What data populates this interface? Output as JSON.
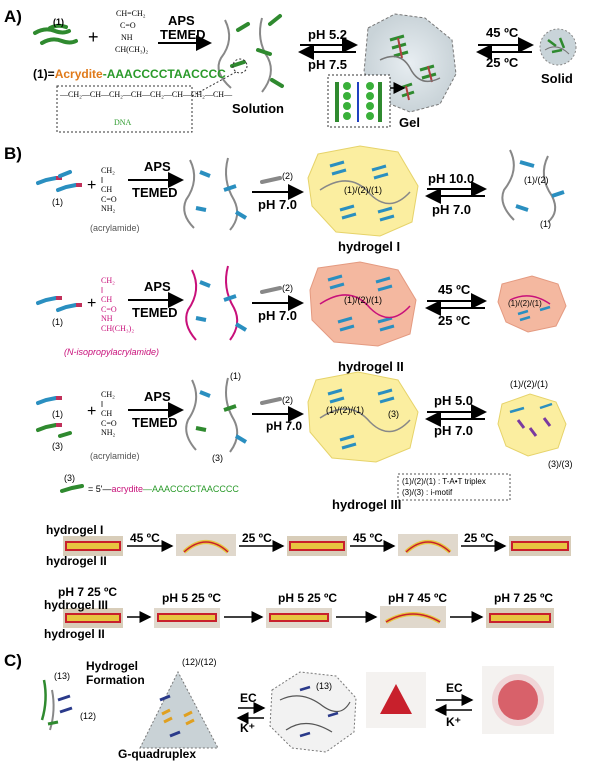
{
  "panelA": {
    "label": "A)",
    "reagent_tag": "(1)",
    "plus": "+",
    "monomer_lines": [
      "CH=CH₂",
      "C=O",
      "NH",
      "CH(CH₃)₂"
    ],
    "aps": "APS",
    "temed": "TEMED",
    "ph_forward": "pH 5.2",
    "ph_back": "pH 7.5",
    "temp_forward": "45 ºC",
    "temp_back": "25 ºC",
    "def_prefix": "(1)=",
    "def_acrydite": "Acrydite",
    "def_seq": "-AAACCCCTAACCCC",
    "solution": "Solution",
    "gel": "Gel",
    "solid": "Solid",
    "polymer_backbone": "—CH₂—CH—CH₂—CH—CH₂—CH—CH₂—CH—",
    "polymer_dna": "DNA"
  },
  "panelB": {
    "label": "B)",
    "row1": {
      "tag1": "(1)",
      "monomer": "(acrylamide)",
      "aps": "APS",
      "temed": "TEMED",
      "tag2": "(2)",
      "ph": "pH 7.0",
      "cross": "(1)/(2)/(1)",
      "name": "hydrogel I",
      "fwd": "pH 10.0",
      "back": "pH 7.0",
      "right_tag": "(1)/(2)",
      "right_tag2": "(1)"
    },
    "row2": {
      "tag1": "(1)",
      "monomer": "(N-isopropylacrylamide)",
      "aps": "APS",
      "temed": "TEMED",
      "tag2": "(2)",
      "ph": "pH 7.0",
      "cross": "(1)/(2)/(1)",
      "name": "hydrogel II",
      "fwd": "45 ºC",
      "back": "25 ºC",
      "right_tag": "(1)/(2)/(1)"
    },
    "row3": {
      "tag1": "(1)",
      "tag3": "(3)",
      "monomer": "(acrylamide)",
      "aps": "APS",
      "temed": "TEMED",
      "tag_mid1": "(1)",
      "tag_mid3": "(3)",
      "tag2": "(2)",
      "ph": "pH 7.0",
      "cross": "(1)/(2)/(1)",
      "cross3": "(3)",
      "name": "hydrogel III",
      "fwd": "pH 5.0",
      "back": "pH 7.0",
      "right_tag": "(1)/(2)/(1)",
      "right_tag2": "(3)/(3)",
      "legend_line1": "(1)/(2)/(1) : T-A•T triplex",
      "legend_line2": "(3)/(3) : i-motif",
      "def_tag": "(3)",
      "def_text": "= 5'—",
      "def_acrydite": "acrydite",
      "def_seq": "—AAACCCCTAACCCC"
    },
    "strip1": {
      "label_top": "hydrogel I",
      "label_bottom": "hydrogel II",
      "temps": [
        "45 ºC",
        "25 ºC",
        "45 ºC",
        "25 ºC"
      ]
    },
    "strip2": {
      "label_top": "pH 7  25 ºC",
      "label_mid": "hydrogel III",
      "label_bottom": "hydrogel II",
      "conds": [
        "pH 5  25 ºC",
        "pH 5  25 ºC",
        "pH 7  45 ºC",
        "pH 7  25 ºC"
      ]
    }
  },
  "panelC": {
    "label": "C)",
    "tag13": "(13)",
    "tag12": "(12)",
    "formation_line1": "Hydrogel",
    "formation_line2": "Formation",
    "gq_tag": "(12)/(12)",
    "gq_label": "G-quadruplex",
    "ec": "EC",
    "k": "K⁺",
    "tag13_right": "(13)",
    "ec2": "EC",
    "k2": "K⁺"
  },
  "colors": {
    "dna_blue": "#2a8fc0",
    "dna_green": "#2f8a2f",
    "dna_red": "#c0305a",
    "yellow_gel": "#fbeea0",
    "salmon_gel": "#f4b8a0",
    "gel_red": "#c8202c",
    "strip_yellow": "#e7c640"
  }
}
